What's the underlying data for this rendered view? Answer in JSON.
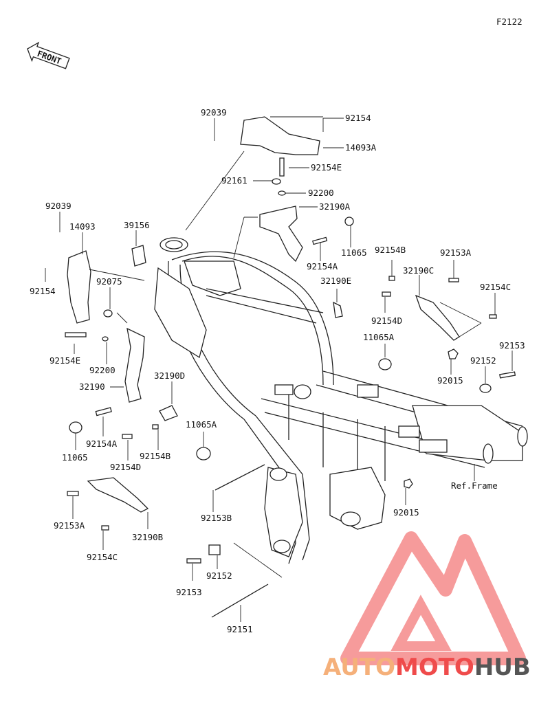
{
  "figure_code": "F2122",
  "front_arrow_label": "FRONT",
  "reference_label": "Ref.Frame",
  "labels": [
    "92039",
    "92154",
    "14093A",
    "92154E",
    "92161",
    "92200",
    "32190A",
    "11065",
    "92154A",
    "92039",
    "14093",
    "39156",
    "92154",
    "92075",
    "92154B",
    "32190E",
    "32190C",
    "92153A",
    "92154C",
    "92154D",
    "11065A",
    "92154E",
    "92200",
    "32190",
    "32190D",
    "92015",
    "92153",
    "92152",
    "11065",
    "92154A",
    "92154B",
    "11065A",
    "92154D",
    "92153A",
    "32190B",
    "92154C",
    "92153B",
    "92015",
    "92153",
    "92152",
    "92151"
  ],
  "watermark": {
    "part1": "AUTO",
    "part2": "MOTO",
    "part3": "HUB",
    "color_orange": "#f5b07a",
    "color_red": "#ef4b4b",
    "color_gray": "#555555"
  }
}
